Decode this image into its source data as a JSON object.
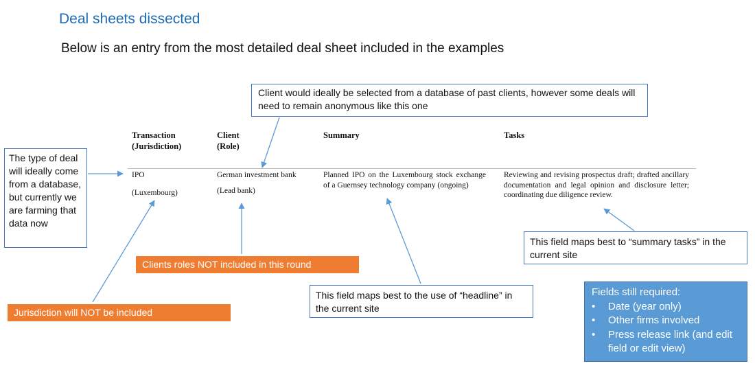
{
  "slide": {
    "title": "Deal sheets dissected",
    "subtitle": "Below is an entry from the most detailed deal sheet included in the examples"
  },
  "table": {
    "headers": [
      {
        "line1": "Transaction",
        "line2": "(Jurisdiction)"
      },
      {
        "line1": "Client",
        "line2": "(Role)"
      },
      {
        "line1": "Summary",
        "line2": ""
      },
      {
        "line1": "Tasks",
        "line2": ""
      }
    ],
    "row": {
      "transaction": "IPO",
      "jurisdiction": "(Luxembourg)",
      "client": "German investment bank",
      "role": "(Lead bank)",
      "summary": "Planned IPO on the Luxembourg stock exchange of a Guernsey technology company (ongoing)",
      "tasks": "Reviewing and revising prospectus draft; drafted ancillary documentation and legal opinion and disclosure letter; coordinating due diligence review."
    }
  },
  "callouts": {
    "client": "Client would ideally be selected from a database of past clients, however some deals will need to remain anonymous like this one",
    "deal_type": "The type of deal will ideally come from a database, but currently we are farming that data now",
    "tasks_map": "This field maps best to “summary tasks” in the current site",
    "headline_map": "This field maps best to the use of “headline” in the current site"
  },
  "notes": {
    "client_roles": "Clients roles NOT included in this round",
    "jurisdiction": "Jurisdiction will NOT be included"
  },
  "fields_required": {
    "heading": "Fields still required:",
    "bullet_glyph": "•",
    "items": [
      "Date (year only)",
      "Other firms involved",
      "Press release link (and edit field or edit view)"
    ]
  },
  "colors": {
    "title": "#1f6bb5",
    "callout_border": "#4472c4",
    "arrow": "#5b9bd5",
    "orange_note": "#ee7d31",
    "blue_box": "#5b9bd5"
  }
}
